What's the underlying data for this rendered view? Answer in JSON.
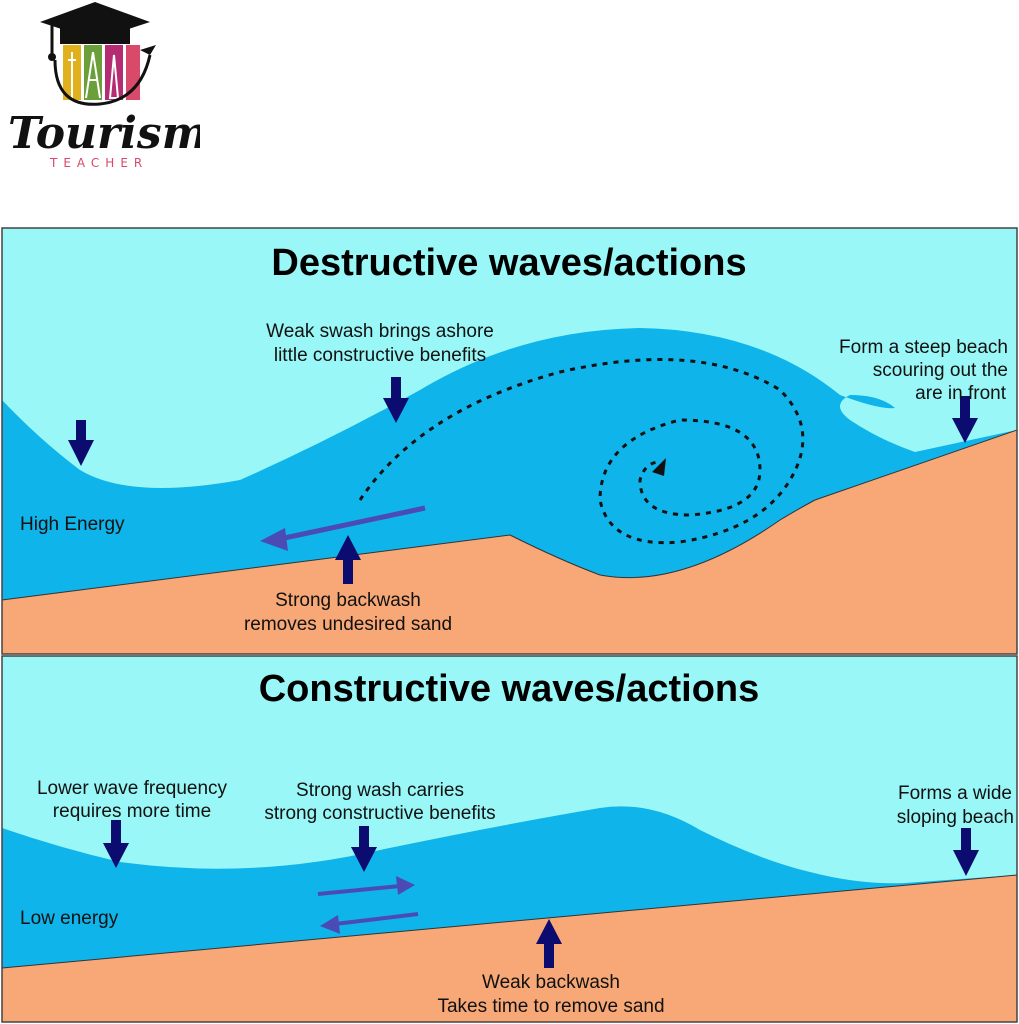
{
  "logo": {
    "word": "Tourism",
    "sub": "TEACHER"
  },
  "panels": {
    "destructive": {
      "title": "Destructive waves/actions",
      "labels": {
        "weak_swash_1": "Weak swash brings ashore",
        "weak_swash_2": "little constructive benefits",
        "steep_1": "Form a steep beach",
        "steep_2": "scouring out the",
        "steep_3": "are in front",
        "energy": "High Energy",
        "backwash_1": "Strong backwash",
        "backwash_2": "removes undesired sand"
      }
    },
    "constructive": {
      "title": "Constructive waves/actions",
      "labels": {
        "freq_1": "Lower wave frequency",
        "freq_2": "requires more time",
        "wash_1": "Strong wash carries",
        "wash_2": "strong constructive benefits",
        "wide_1": "Forms a wide",
        "wide_2": "sloping beach",
        "energy": "Low energy",
        "backwash_1": "Weak backwash",
        "backwash_2": "Takes time to remove sand"
      }
    }
  },
  "colors": {
    "sky": "#99f7f7",
    "water": "#0fb4ea",
    "sand": "#f7a876",
    "arrow": "#0b0b70",
    "flow_arrow": "#4b4bb5",
    "border": "#444444"
  }
}
